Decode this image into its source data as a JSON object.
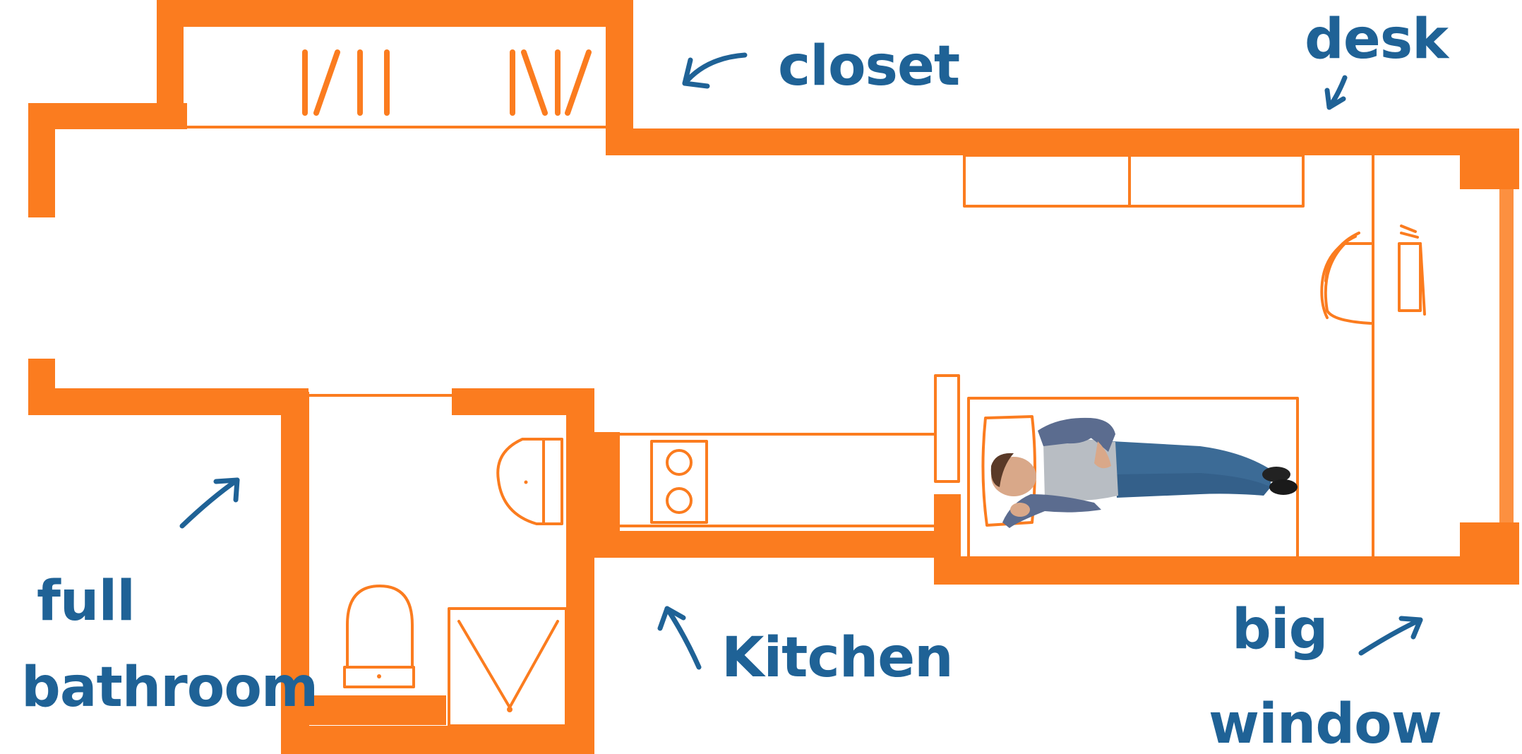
{
  "colors": {
    "wall": "#fb7c1f",
    "ink": "#1f6296",
    "skin": "#d9a889",
    "shirt": "#b8bdc3",
    "jeans": "#3c6b96",
    "plaid": "#5b6c8f"
  },
  "labels": {
    "closet": "closet",
    "desk": "desk",
    "full": "full",
    "bathroom": "bathroom",
    "kitchen": "Kitchen",
    "big": "big",
    "window": "window"
  },
  "icons": [
    "arrow-icon",
    "person-lying-icon",
    "toilet-icon",
    "sink-icon",
    "stove-icon",
    "chair-icon",
    "monitor-icon",
    "shower-icon"
  ]
}
